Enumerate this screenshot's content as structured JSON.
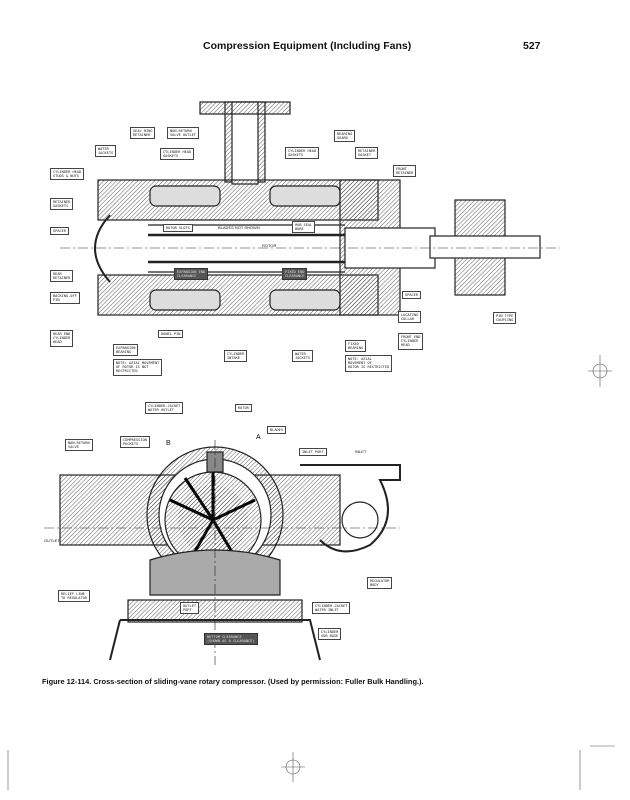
{
  "header": {
    "running_title": "Compression Equipment (Including Fans)",
    "page_number": "527"
  },
  "top_view_labels": {
    "seal_ring_retainer": "SEAL RING\nRETAINER",
    "non_return_valve_outlet": "NON-RETURN\nVALVE OUTLET",
    "water_jackets_1": "WATER\nJACKETS",
    "cylinder_head_gaskets_1": "CYLINDER HEAD\nGASKETS",
    "cylinder_head_studs": "CYLINDER HEAD\nSTUDS & NUTS",
    "retainer_gaskets": "RETAINER\nGASKETS",
    "spacer_1": "SPACER",
    "rear_retainer": "REAR\nRETAINER",
    "backing_off_pin": "BACKING-OFF\nPIN",
    "rear_end_cylinder_head": "REAR END\nCYLINDER\nHEAD",
    "expansion_bearing": "EXPANSION\nBEARING",
    "note_not_restricted": "NOTE: AXIAL MOVEMENT\nOF ROTOR IS NOT\nRESTRICTED",
    "dowel_pin": "DOWEL PIN",
    "cylinder_intake": "CYLINDER\nINTAKE",
    "water_jackets_2": "WATER\nJACKETS",
    "rotor_slots": "ROTOR SLOTS",
    "blades_not_shown": "BLADES NOT SHOWN",
    "rotor": "ROTOR",
    "expansion_end_clearance": "EXPANSION END\nCLEARANCE",
    "hub_seal_bore": "HUB SEAL\nBORE",
    "fixed_end_clearance": "FIXED END\nCLEARANCE",
    "cylinder_head_gaskets_2": "CYLINDER HEAD\nGASKETS",
    "bearing_guard": "BEARING\nGUARD",
    "retainer_gasket": "RETAINER\nGASKET",
    "front_retainer": "FRONT\nRETAINER",
    "spacer_2": "SPACER",
    "locating_collar": "LOCATING\nCOLLAR",
    "front_end_cylinder_head": "FRONT END\nCYLINDER\nHEAD",
    "fixed_bearing": "FIXED\nBEARING",
    "note_restricted": "NOTE: AXIAL\nMOVEMENT OF\nROTOR IS RESTRICTED",
    "pin_type_coupling": "PIN TYPE\nCOUPLING"
  },
  "bottom_view_labels": {
    "cylinder_jacket_water_outlet": "CYLINDER-JACKET\nWATER OUTLET",
    "rotor": "ROTOR",
    "blades": "BLADES",
    "non_return_valve": "NON-RETURN\nVALVE",
    "compression_pockets": "COMPRESSION\nPOCKETS",
    "point_b": "B",
    "point_a": "A",
    "inlet_port": "INLET PORT",
    "inlet": "INLET",
    "outlet": "OUTLET",
    "regulator_body": "REGULATOR\nBODY",
    "relief_line": "RELIEF LINE\nTO REGULATOR",
    "outlet_port": "OUTLET\nPORT",
    "cylinder_jacket_water_inlet": "CYLINDER-JACKET\nWATER INLET",
    "bottom_clearance": "BOTTOM CLEARANCE\n(SHOWN AS 0 CLEARANCE)",
    "cylinder_sub_base": "CYLINDER\nSUB BASE"
  },
  "caption": "Figure 12-114. Cross-section of sliding-vane rotary compressor. (Used by permission: Fuller Bulk Handling.)."
}
